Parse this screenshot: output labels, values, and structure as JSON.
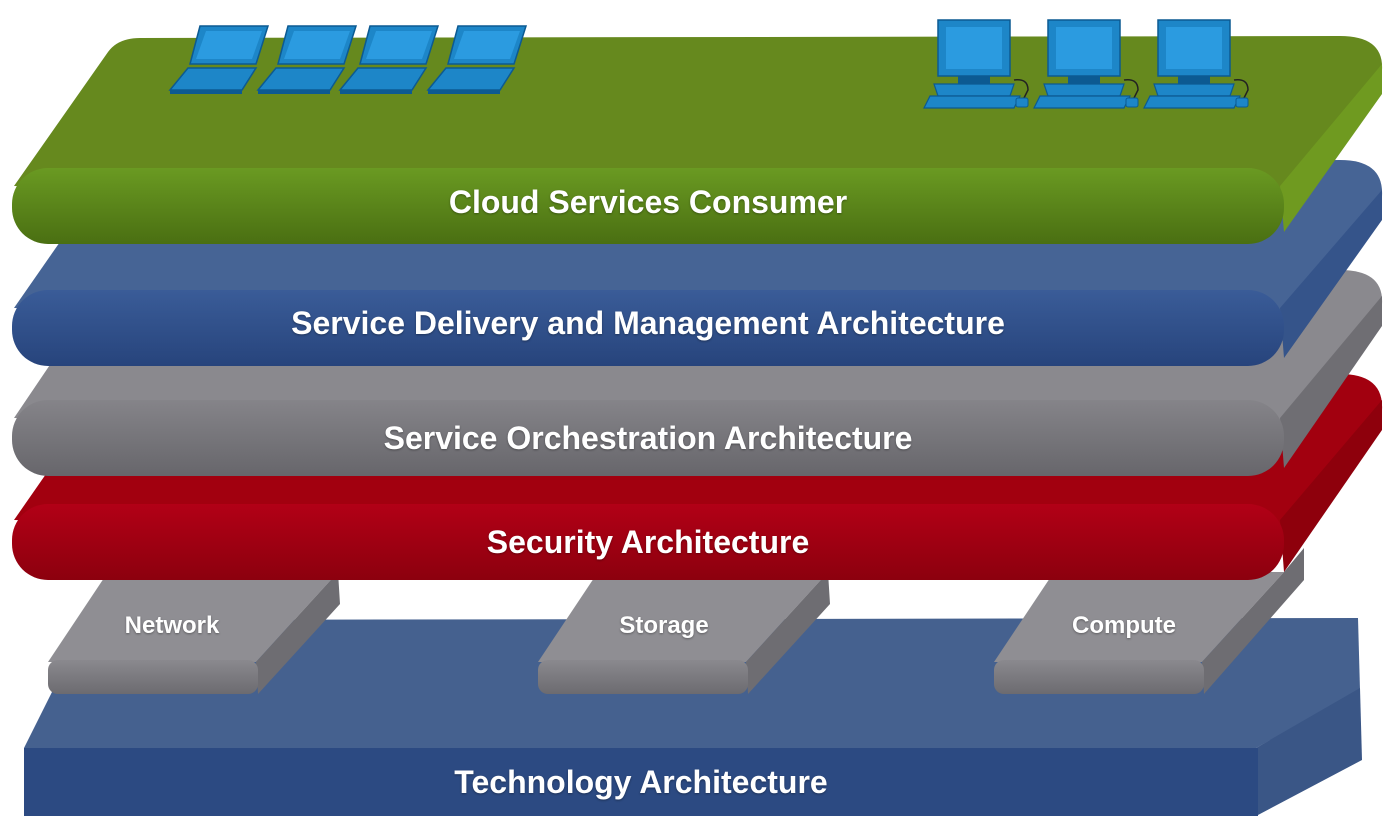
{
  "layers": {
    "consumer": {
      "label": "Cloud Services Consumer",
      "color": "#5b8a1c"
    },
    "service_delivery": {
      "label": "Service Delivery and Management Architecture",
      "color": "#2f4d86"
    },
    "orchestration": {
      "label": "Service Orchestration Architecture",
      "color": "#77767b"
    },
    "security": {
      "label": "Security Architecture",
      "color": "#a30012"
    },
    "technology": {
      "label": "Technology Architecture",
      "color": "#314f88"
    }
  },
  "pillars": [
    {
      "label": "Network"
    },
    {
      "label": "Storage"
    },
    {
      "label": "Compute"
    }
  ],
  "devices": {
    "laptops": [
      {
        "icon": "laptop-icon"
      },
      {
        "icon": "laptop-icon"
      },
      {
        "icon": "laptop-icon"
      },
      {
        "icon": "laptop-icon"
      }
    ],
    "desktops": [
      {
        "icon": "desktop-computer-icon"
      },
      {
        "icon": "desktop-computer-icon"
      },
      {
        "icon": "desktop-computer-icon"
      }
    ]
  }
}
